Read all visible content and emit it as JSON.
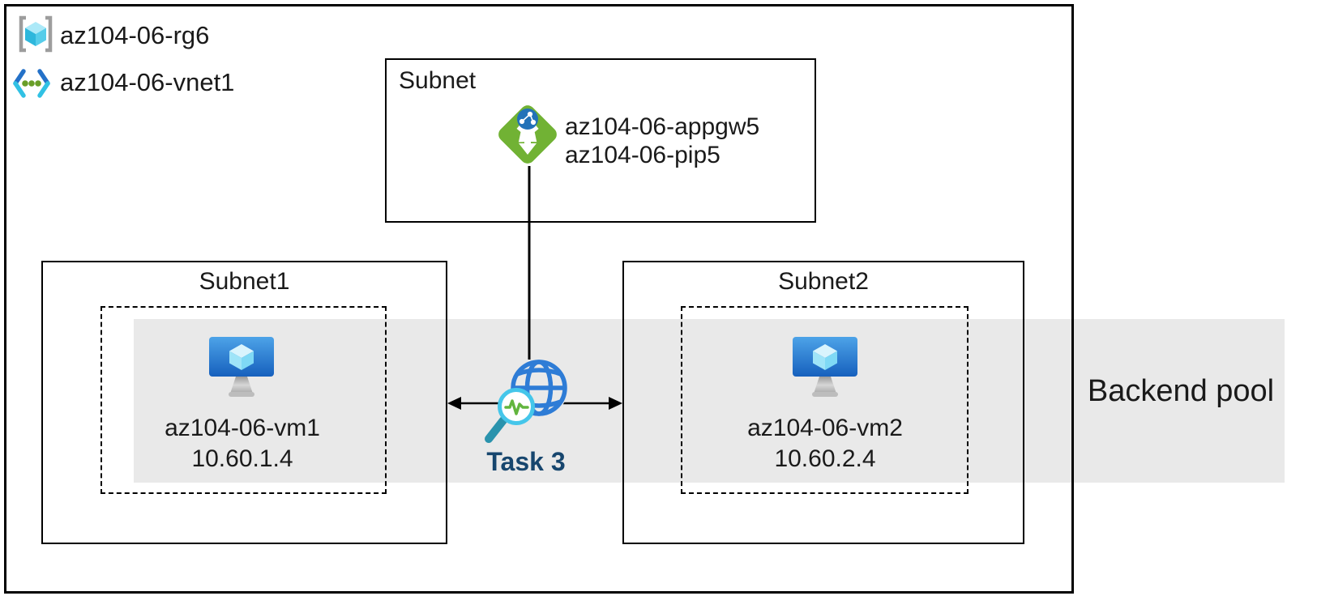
{
  "diagram": {
    "resource_group": {
      "label": "az104-06-rg6",
      "icon": "resource-group-icon"
    },
    "vnet": {
      "label": "az104-06-vnet1",
      "icon": "vnet-icon"
    },
    "gateway_subnet": {
      "title": "Subnet",
      "appgw_name": "az104-06-appgw5",
      "pip_name": "az104-06-pip5",
      "icon": "app-gateway-icon"
    },
    "subnet1": {
      "title": "Subnet1",
      "vm_name": "az104-06-vm1",
      "vm_ip": "10.60.1.4",
      "icon": "vm-icon"
    },
    "subnet2": {
      "title": "Subnet2",
      "vm_name": "az104-06-vm2",
      "vm_ip": "10.60.2.4",
      "icon": "vm-icon"
    },
    "task": {
      "label": "Task 3",
      "icon": "globe-probe-icon"
    },
    "backend_pool": {
      "label": "Backend pool"
    },
    "colors": {
      "band_gray": "#e9e9e9",
      "appgw_green": "#71b234",
      "globe_blue": "#2e7cd6",
      "task_text_blue": "#17466e",
      "vm_monitor_top": "#4da3e8",
      "vm_monitor_bottom": "#1660bd",
      "magnifier_ring_cyan": "#45c6ea",
      "probe_zigzag_green": "#62b53e",
      "magnifier_handle_teal": "#2a93ad",
      "rg_bracket_gray": "#9d9d9d",
      "cube_cyan_light": "#ace9f8",
      "vnet_dot_green": "#699e28",
      "line_black": "#000000"
    }
  }
}
